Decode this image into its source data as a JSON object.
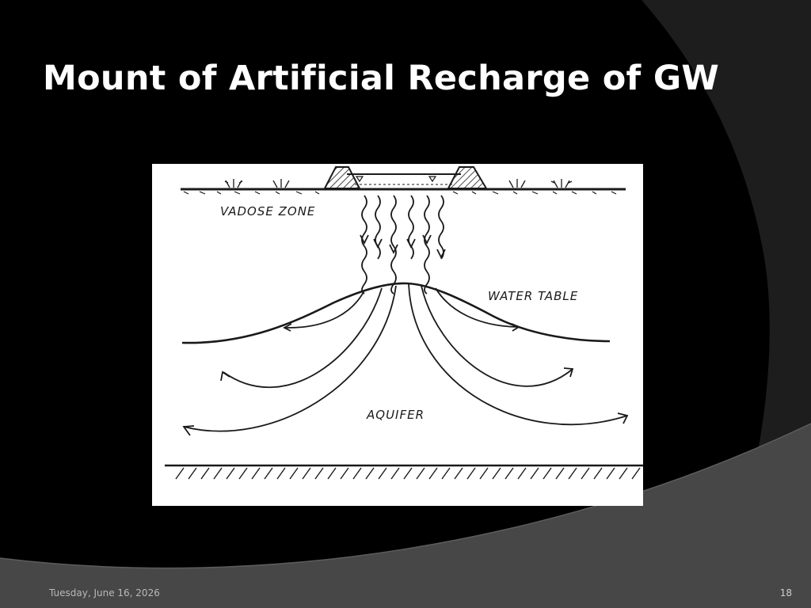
{
  "slide": {
    "title": "Mount of Artificial Recharge of GW",
    "footer_date": "Tuesday, June 16, 2026",
    "slide_number": "18"
  },
  "diagram": {
    "labels": {
      "vadose_zone": "VADOSE ZONE",
      "water_table": "WATER TABLE",
      "aquifer": "AQUIFER"
    }
  },
  "colors": {
    "background": "#000000",
    "swoosh_dark": "#1f1f1f",
    "swoosh_light": "#4a4a4a",
    "title_text": "#ffffff",
    "figure_background": "#ffffff",
    "figure_ink": "#1a1a1a"
  }
}
